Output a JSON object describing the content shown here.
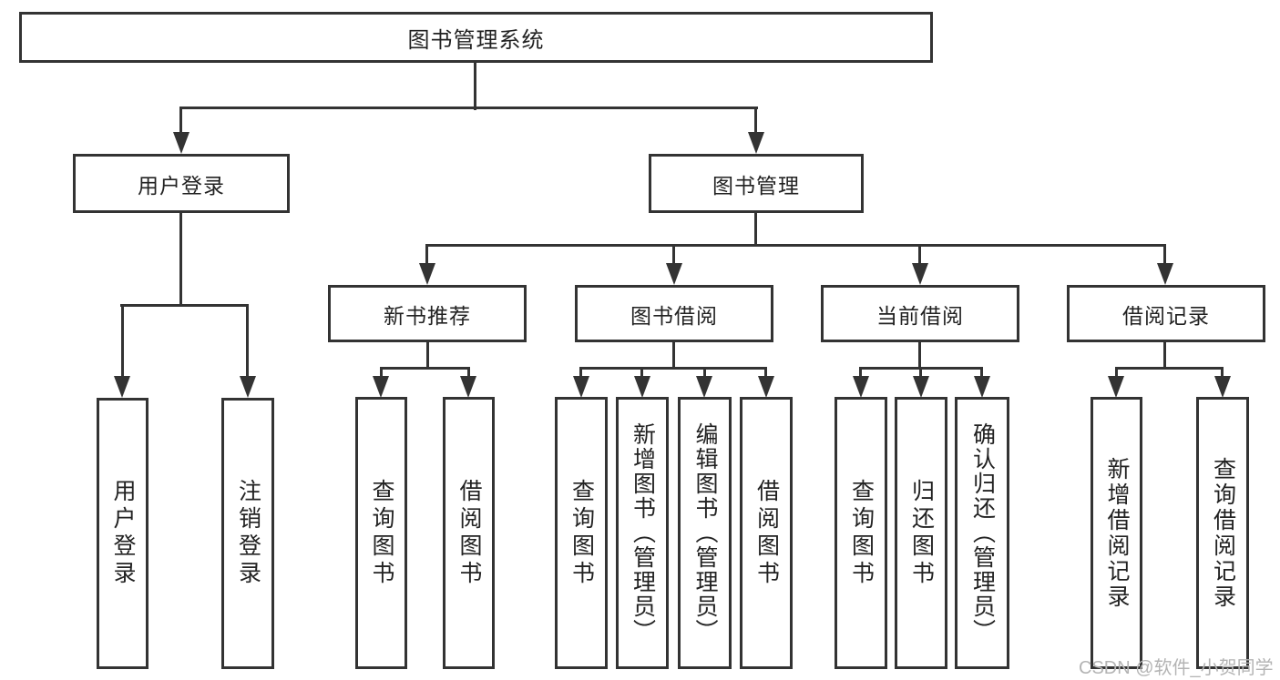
{
  "colors": {
    "line": "#333333",
    "text": "#222222",
    "box_background": "#ffffff",
    "watermark": "#b4b4b4"
  },
  "root": {
    "label": "图书管理系统"
  },
  "branches": [
    {
      "label": "用户登录",
      "children": [
        {
          "label": "用户登录"
        },
        {
          "label": "注销登录"
        }
      ]
    },
    {
      "label": "图书管理",
      "children": [
        {
          "label": "新书推荐",
          "children": [
            {
              "label": "查询图书"
            },
            {
              "label": "借阅图书"
            }
          ]
        },
        {
          "label": "图书借阅",
          "children": [
            {
              "label": "查询图书"
            },
            {
              "label": "新增图书（管理员）"
            },
            {
              "label": "编辑图书（管理员）"
            },
            {
              "label": "借阅图书"
            }
          ]
        },
        {
          "label": "当前借阅",
          "children": [
            {
              "label": "查询图书"
            },
            {
              "label": "归还图书"
            },
            {
              "label": "确认归还（管理员）"
            }
          ]
        },
        {
          "label": "借阅记录",
          "children": [
            {
              "label": "新增借阅记录"
            },
            {
              "label": "查询借阅记录"
            }
          ]
        }
      ]
    }
  ],
  "watermark": {
    "text": "CSDN @软件_小贺同学"
  }
}
